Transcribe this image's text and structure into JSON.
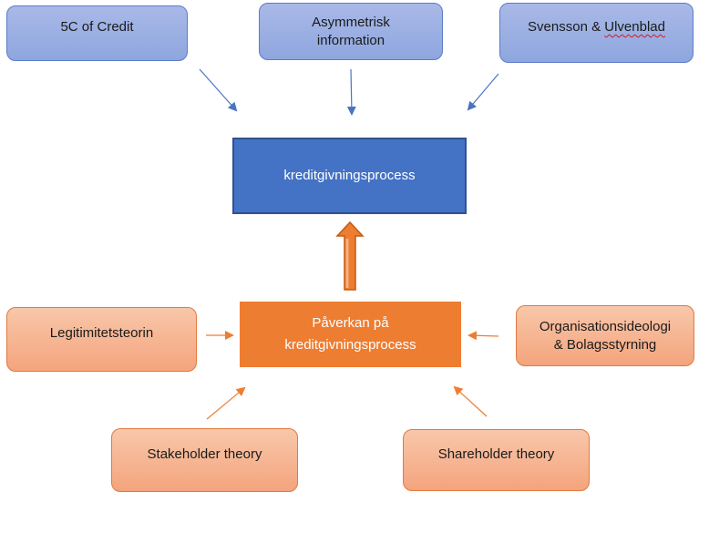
{
  "diagram": {
    "top_boxes": {
      "credit": "5C of Credit",
      "asym_line1": "Asymmetrisk",
      "asym_line2": "information",
      "svensson_a": "Svensson & ",
      "svensson_b": "Ulvenblad"
    },
    "center_box": "kreditgivningsprocess",
    "influence_box": {
      "line1": "Påverkan på",
      "line2": "kreditgivningsprocess"
    },
    "side_boxes": {
      "left": "Legitimitetsteorin",
      "right_line1": "Organisationsideologi",
      "right_line2": "& Bolagsstyrning"
    },
    "bottom_boxes": {
      "stakeholder": "Stakeholder theory",
      "shareholder": "Shareholder theory"
    },
    "colors": {
      "blue_arrow": "#4a74c0",
      "orange_arrow": "#ed7d31",
      "blue_box": "#4472c4",
      "orange_box": "#ed7d31"
    }
  }
}
